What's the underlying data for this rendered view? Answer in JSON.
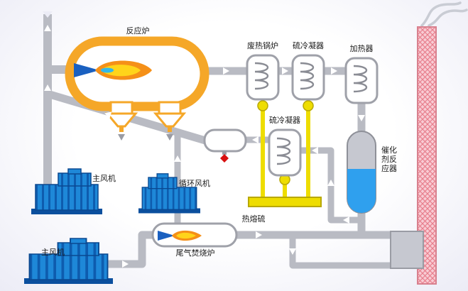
{
  "labels": {
    "reaction_furnace": "反应炉",
    "waste_heat_boiler": "废热锅炉",
    "sulfur_condenser_top": "硫冷凝器",
    "heater": "加热器",
    "sulfur_condenser_mid": "硫冷凝器",
    "main_blower_top": "主风机",
    "circulation_blower": "循环风机",
    "main_blower_bottom": "主风机",
    "tail_gas_incinerator": "尾气焚烧炉",
    "molten_sulfur": "热熔硫",
    "catalyst_reactor": "催化剂反应器"
  },
  "colors": {
    "pipe": "#b9bbc3",
    "furnace_outline": "#f5a728",
    "flame_orange": "#f59018",
    "flame_yellow": "#ffd41a",
    "flame_blue": "#1a60c0",
    "sulfur_yellow": "#eedd00",
    "blower_blue": "#1e88d8",
    "liquid_blue": "#2fa0ee",
    "stack_pink": "#f8ccd4",
    "stack_hatch": "#e8808e",
    "valve_red": "#d81010",
    "vessel_outline": "#9fa1a9"
  }
}
